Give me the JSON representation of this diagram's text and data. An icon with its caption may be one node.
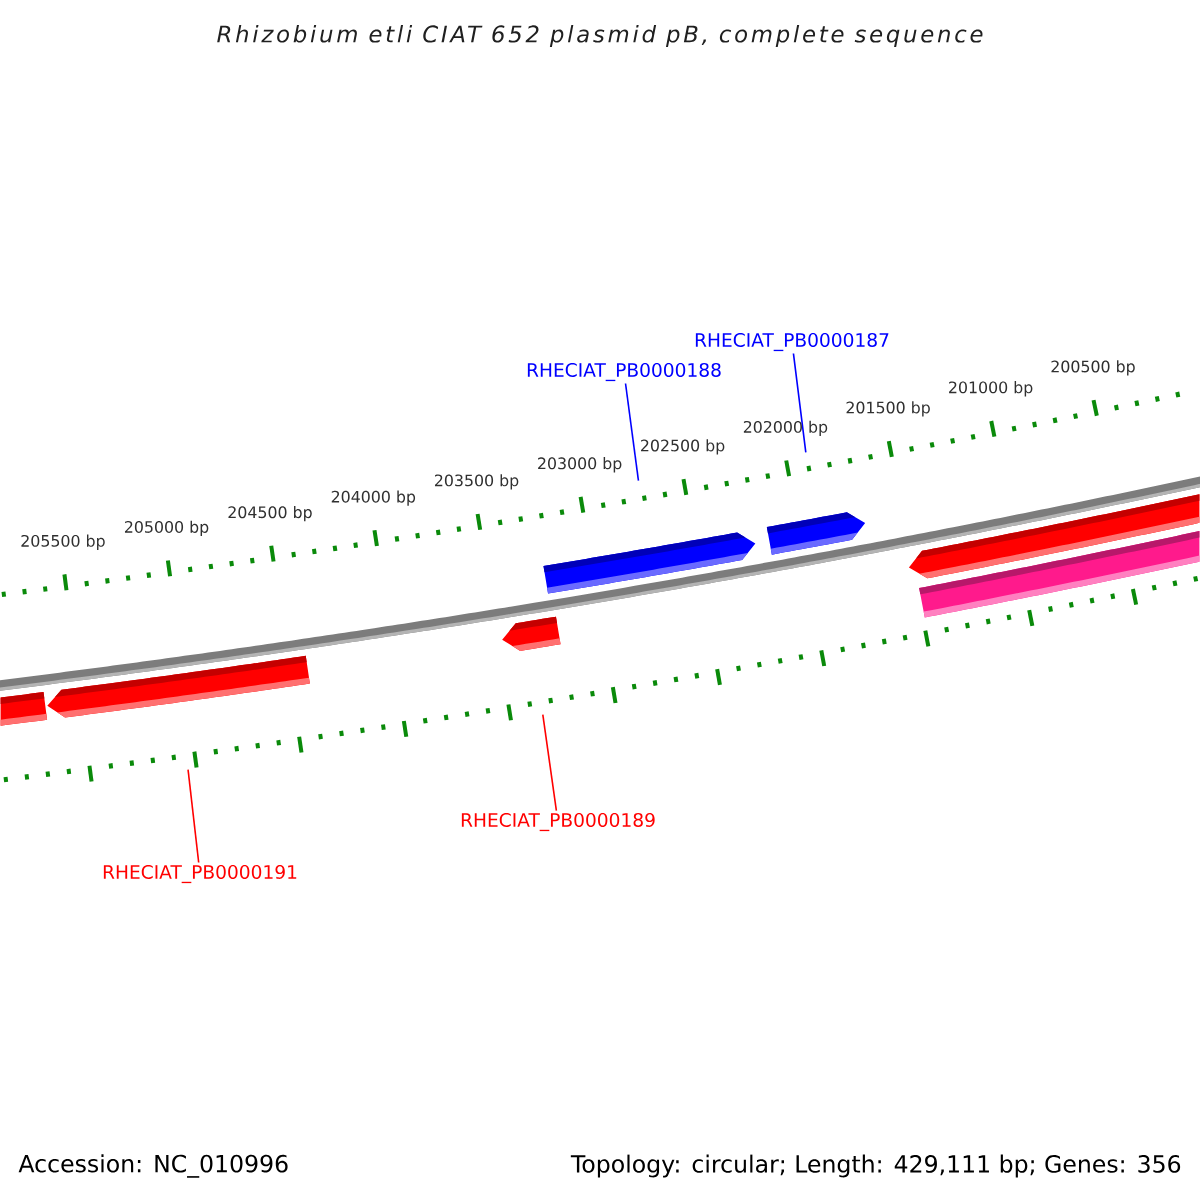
{
  "diagram": {
    "title": "Rhizobium etli CIAT 652 plasmid pB, complete sequence",
    "nodes": [
      {
        "text": [
          "RHECIAT_PB0000187"
        ]
      },
      {
        "text": [
          "RHECIAT_PB0000188"
        ]
      },
      {
        "text": [
          "RHECIAT_PB0000189"
        ]
      },
      {
        "text": [
          "RHECIAT_PB0000191"
        ]
      },
      {
        "text": [],
        "shape": "bar"
      },
      {
        "text": [],
        "shape": "arrow"
      },
      {
        "text": [],
        "shape": "arrow"
      },
      {
        "text": [],
        "shape": "arrow"
      },
      {
        "text": [],
        "shape": "arrow"
      },
      {
        "text": [],
        "shape": "arrow"
      },
      {
        "text": [],
        "shape": "bar"
      }
    ],
    "edges": [
      {
        "from": 0,
        "to": 8,
        "arrow": "none",
        "color": "#0000ff"
      },
      {
        "from": 1,
        "to": 7,
        "arrow": "none",
        "color": "#0000ff"
      },
      {
        "from": 2,
        "to": 6,
        "arrow": "none",
        "color": "#ff0000"
      },
      {
        "from": 3,
        "to": 5,
        "arrow": "none",
        "color": "#ff0000"
      }
    ],
    "labels": [
      "205500 bp",
      "205000 bp",
      "204500 bp",
      "204000 bp",
      "203500 bp",
      "203000 bp",
      "202500 bp",
      "202000 bp",
      "201500 bp",
      "201000 bp",
      "200500 bp",
      "Accession: NC_010996",
      "Topology: circular; Length: 429,111 bp; Genes: 356"
    ]
  }
}
